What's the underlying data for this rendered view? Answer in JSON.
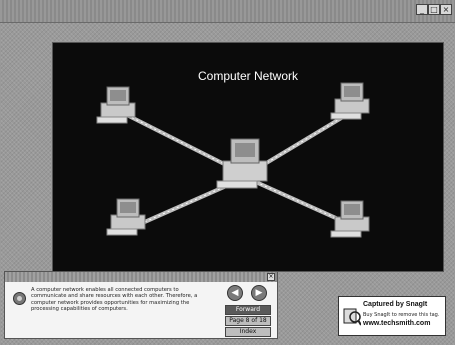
{
  "window": {
    "title": "",
    "min": "_",
    "max": "□",
    "close": "×"
  },
  "stage": {
    "title": "Computer Network"
  },
  "panel": {
    "header": "",
    "close": "×",
    "description": "A computer network enables all connected computers to communicate and share resources with each other. Therefore, a computer network provides opportunities for maximizing the processing capabilities of computers."
  },
  "nav": {
    "back": "◀",
    "next": "▶",
    "forward_label": "Forward",
    "page_label": "Page 8 of 18",
    "index_label": "Index"
  },
  "watermark": {
    "line1": "Captured by SnagIt",
    "line2": "Buy SnagIt to remove this tag.",
    "line3": "www.techsmith.com"
  }
}
